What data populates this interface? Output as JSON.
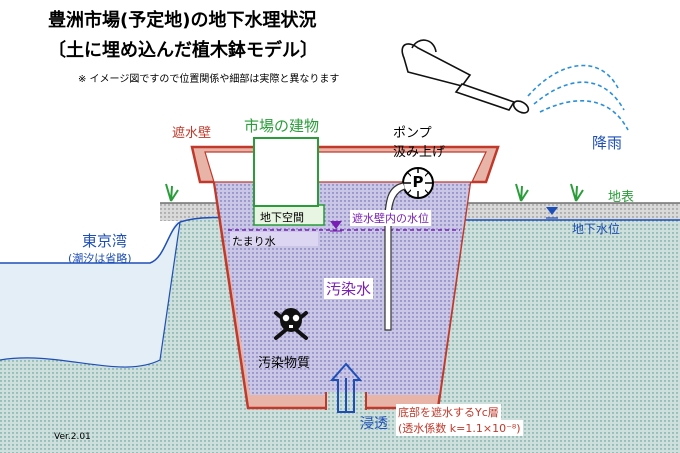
{
  "title": {
    "line1": "豊洲市場(予定地)の地下水理状況",
    "line2": "〔土に埋め込んだ植木鉢モデル〕",
    "note": "※ イメージ図ですので位置関係や細部は実際と異なります"
  },
  "labels": {
    "seawall": "遮水壁",
    "market_building": "市場の建物",
    "pump_line1": "ポンプ",
    "pump_line2": "汲み上げ",
    "pump_symbol": "P",
    "rain": "降雨",
    "ground_surface": "地表",
    "tokyo_bay": "東京湾",
    "tide_note": "(潮汐は省略)",
    "basement_space": "地下空間",
    "water_level_inside": "遮水壁内の水位",
    "groundwater_level": "地下水位",
    "pooled_water": "たまり水",
    "contaminated_water": "汚染水",
    "contaminant": "汚染物質",
    "seepage": "浸透",
    "bottom_layer_line1": "底部を遮水するYc層",
    "bottom_layer_line2": "(透水係数 k=1.1×10⁻⁸)",
    "version": "Ver.2.01"
  },
  "colors": {
    "wall_fill": "#e8b4a8",
    "wall_stroke": "#c0392b",
    "soil_outside": "#cfe0dc",
    "soil_inside": "#c9c6e6",
    "bay": "#e4eef7",
    "ground_top": "#d6d6d6",
    "blue_text": "#1e4fb8",
    "green_text": "#2a9d3a",
    "red_text": "#c0392b",
    "purple": "#7a1fb5"
  },
  "icons": [
    "watering-can-icon",
    "rain-drops-icon",
    "grass-icon",
    "skull-crossbones-icon",
    "pump-icon",
    "water-level-marker-icon",
    "up-arrow-icon"
  ]
}
